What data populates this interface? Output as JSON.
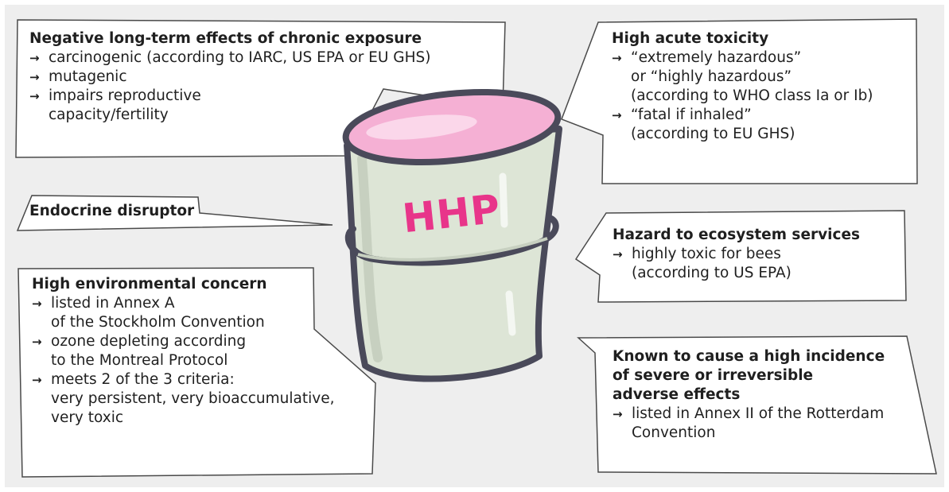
{
  "barrel_label": "HHP",
  "colors": {
    "accent": "#e8358a",
    "bubble_fill": "#ffffff",
    "bubble_stroke": "#4a4a4a",
    "background": "#eeeeee",
    "barrel_body": "#dde5d6",
    "barrel_outline": "#4a4a5a",
    "barrel_top": "#f5b0d4"
  },
  "bullet_icon": "right-arrow-icon",
  "callouts": {
    "chronic": {
      "title": "Negative long-term effects of chronic exposure",
      "items": [
        "carcinogenic (according to IARC, US EPA or EU GHS)",
        "mutagenic",
        "impairs reproductive\ncapacity/fertility"
      ]
    },
    "acute": {
      "title": "High acute toxicity",
      "items": [
        "“extremely hazardous”\nor “highly hazardous”\n(according to WHO class Ia or Ib)",
        "“fatal if inhaled”\n(according to EU GHS)"
      ]
    },
    "endocrine": {
      "title": "Endocrine disruptor"
    },
    "ecosystem": {
      "title": "Hazard to ecosystem services",
      "items": [
        "highly toxic for bees\n(according to US EPA)"
      ]
    },
    "environment": {
      "title": "High environmental concern",
      "items": [
        "listed in Annex A\nof the Stockholm Convention",
        "ozone depleting according\nto the Montreal Protocol",
        "meets 2 of the 3 criteria:\nvery persistent, very bioaccumulative,\nvery toxic"
      ]
    },
    "incidence": {
      "title": "Known to cause a high incidence\nof severe or irreversible\nadverse effects",
      "items": [
        "listed in Annex II of the Rotterdam\nConvention"
      ]
    }
  }
}
